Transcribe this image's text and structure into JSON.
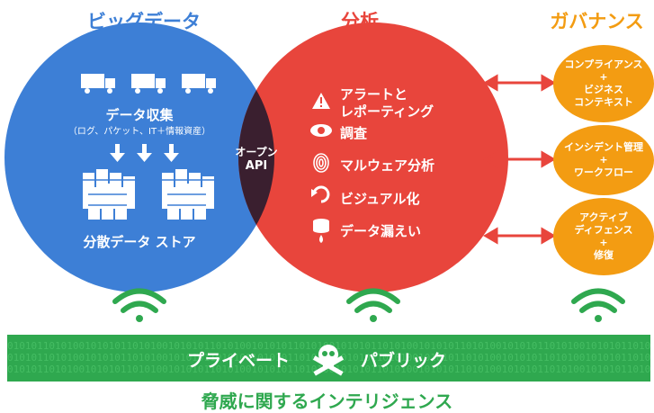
{
  "headers": {
    "big_data": "ビッグデータ",
    "analysis": "分析",
    "governance": "ガバナンス"
  },
  "big_data": {
    "collection_title": "データ収集",
    "collection_sub": "（ログ、パケット、IT＋情報資産）",
    "storage_label": "分散データ ストア"
  },
  "center": {
    "open": "オープン",
    "api": "API"
  },
  "analysis_items": [
    {
      "line1": "アラートと",
      "line2": "レポーティング",
      "icon": "warning-icon"
    },
    {
      "line1": "調査",
      "icon": "eye-icon"
    },
    {
      "line1": "マルウェア分析",
      "icon": "fingerprint-icon"
    },
    {
      "line1": "ビジュアル化",
      "icon": "refresh-icon"
    },
    {
      "line1": "データ漏えい",
      "icon": "database-drip-icon"
    }
  ],
  "governance_items": [
    {
      "l1": "コンプライアンス",
      "plus": "+",
      "l2": "ビジネス",
      "l3": "コンテキスト"
    },
    {
      "l1": "インシデント管理",
      "plus": "+",
      "l2": "ワークフロー"
    },
    {
      "l1": "アクティブ",
      "l2": "ディフェンス",
      "plus": "+",
      "l3": "修復"
    }
  ],
  "banner": {
    "private": "プライベート",
    "public": "パブリック",
    "binary": "01010110101001010101101010010101011010100101010110101001010101101010010101011010100101010110101001010101101010"
  },
  "footer": "脅威に関するインテリジェンス",
  "colors": {
    "blue": "#3d7fd6",
    "red": "#e8453c",
    "orange": "#f39c12",
    "green": "#2fa84f",
    "dark": "#3a1f2f"
  }
}
